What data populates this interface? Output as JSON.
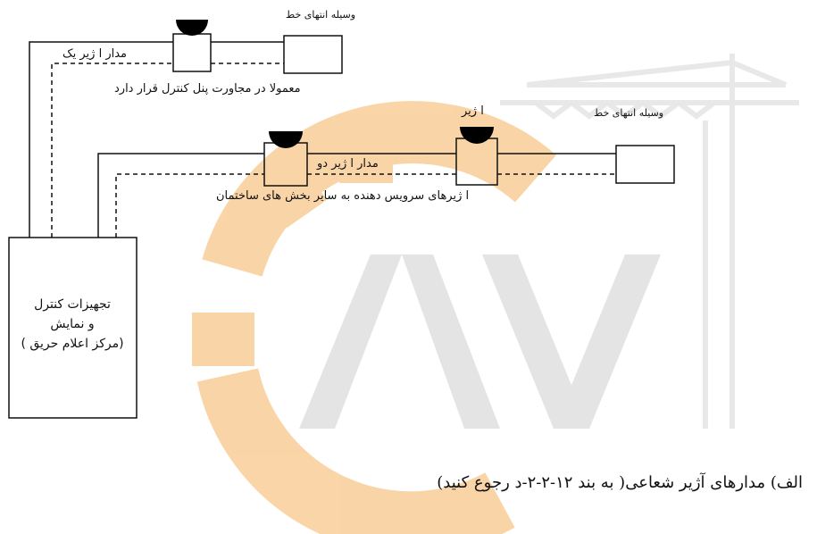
{
  "diagram": {
    "end_device_top": "وسیله انتهای خط",
    "circuit_one": "مدار ا ژیر یک",
    "near_panel_note": "معمولا در مجاورت پنل کنترل قرار دارد",
    "siren_label": "ا ژیر",
    "end_device_middle": "وسیله انتهای خط",
    "circuit_two": "مدار ا ژیر دو",
    "service_note": "ا ژیرهای سرویس دهنده به سایر بخش های ساختمان",
    "control_box": {
      "line1": "تجهیزات کنترل",
      "line2": "و نمایش",
      "line3": "(مرکز اعلام حریق )"
    }
  },
  "caption": "الف) مدارهای آژیر شعاعی( به بند ۱۲-۲-۲-د رجوع کنید)",
  "colors": {
    "line": "#111111",
    "watermark_orange": "#f7c58a",
    "watermark_gray": "#e3e3e3"
  }
}
